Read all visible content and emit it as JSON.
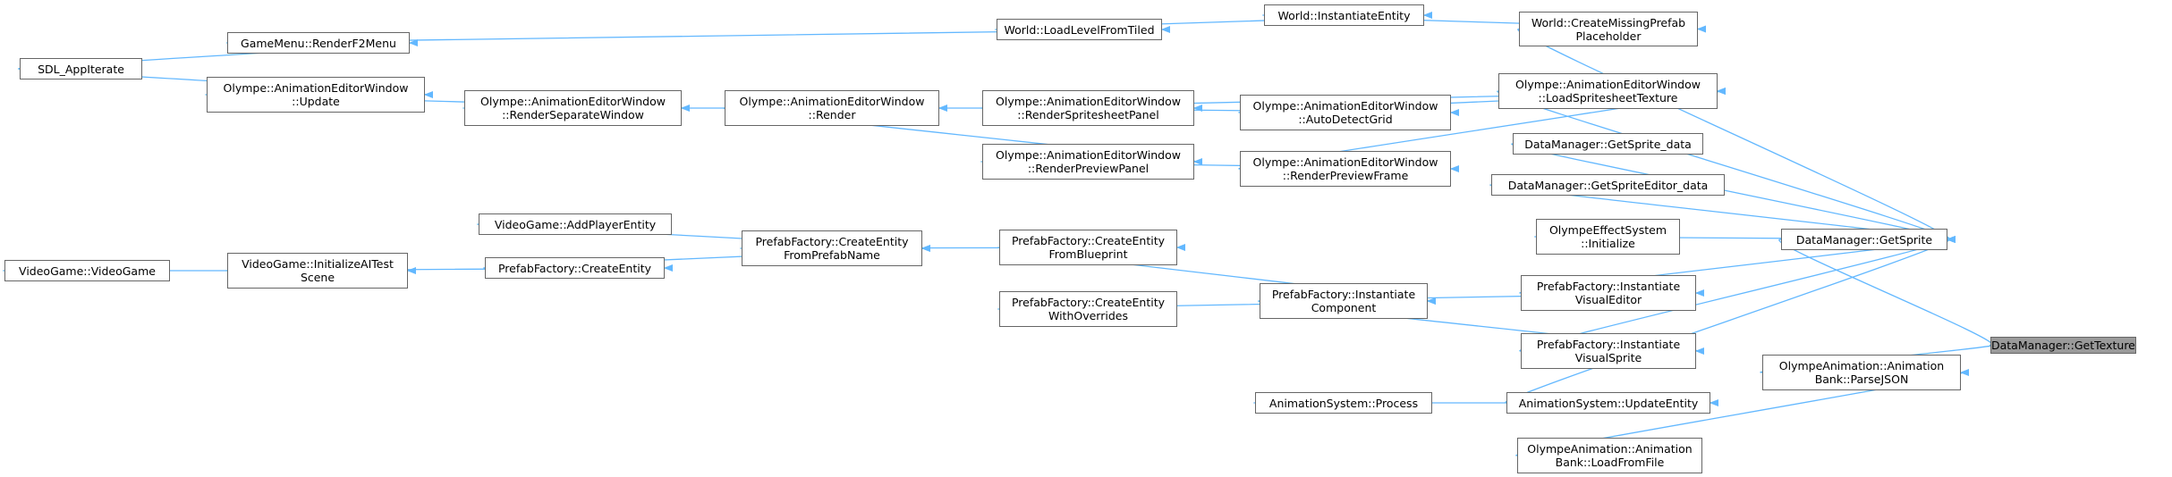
{
  "colors": {
    "edge": "#63b8ff",
    "node_border": "#666666",
    "root_fill": "#9a9a9a"
  },
  "nodes": [
    {
      "id": "get_texture",
      "lines": [
        "DataManager::GetTexture"
      ]
    },
    {
      "id": "get_sprite",
      "lines": [
        "DataManager::GetSprite"
      ]
    },
    {
      "id": "parse_json",
      "lines": [
        "OlympeAnimation::Animation",
        "Bank::ParseJSON"
      ]
    },
    {
      "id": "load_from_file",
      "lines": [
        "OlympeAnimation::Animation",
        "Bank::LoadFromFile"
      ]
    },
    {
      "id": "create_missing_prefab",
      "lines": [
        "World::CreateMissingPrefab",
        "Placeholder"
      ]
    },
    {
      "id": "load_spritesheet_texture",
      "lines": [
        "Olympe::AnimationEditorWindow",
        "::LoadSpritesheetTexture"
      ]
    },
    {
      "id": "get_sprite_data",
      "lines": [
        "DataManager::GetSprite_data"
      ]
    },
    {
      "id": "get_sprite_editor_data",
      "lines": [
        "DataManager::GetSpriteEditor_data"
      ]
    },
    {
      "id": "effect_system_init",
      "lines": [
        "OlympeEffectSystem",
        "::Initialize"
      ]
    },
    {
      "id": "instantiate_visual_editor",
      "lines": [
        "PrefabFactory::Instantiate",
        "VisualEditor"
      ]
    },
    {
      "id": "instantiate_visual_sprite",
      "lines": [
        "PrefabFactory::Instantiate",
        "VisualSprite"
      ]
    },
    {
      "id": "update_entity",
      "lines": [
        "AnimationSystem::UpdateEntity"
      ]
    },
    {
      "id": "anim_process",
      "lines": [
        "AnimationSystem::Process"
      ]
    },
    {
      "id": "instantiate_entity",
      "lines": [
        "World::InstantiateEntity"
      ]
    },
    {
      "id": "load_level_from_tiled",
      "lines": [
        "World::LoadLevelFromTiled"
      ]
    },
    {
      "id": "render_f2_menu",
      "lines": [
        "GameMenu::RenderF2Menu"
      ]
    },
    {
      "id": "sdl_app_iterate",
      "lines": [
        "SDL_AppIterate"
      ]
    },
    {
      "id": "auto_detect_grid",
      "lines": [
        "Olympe::AnimationEditorWindow",
        "::AutoDetectGrid"
      ]
    },
    {
      "id": "render_spritesheet_panel",
      "lines": [
        "Olympe::AnimationEditorWindow",
        "::RenderSpritesheetPanel"
      ]
    },
    {
      "id": "render_preview_frame",
      "lines": [
        "Olympe::AnimationEditorWindow",
        "::RenderPreviewFrame"
      ]
    },
    {
      "id": "render_preview_panel",
      "lines": [
        "Olympe::AnimationEditorWindow",
        "::RenderPreviewPanel"
      ]
    },
    {
      "id": "editor_render",
      "lines": [
        "Olympe::AnimationEditorWindow",
        "::Render"
      ]
    },
    {
      "id": "render_separate_window",
      "lines": [
        "Olympe::AnimationEditorWindow",
        "::RenderSeparateWindow"
      ]
    },
    {
      "id": "editor_update",
      "lines": [
        "Olympe::AnimationEditorWindow",
        "::Update"
      ]
    },
    {
      "id": "instantiate_component",
      "lines": [
        "PrefabFactory::Instantiate",
        "Component"
      ]
    },
    {
      "id": "create_entity_from_blueprint",
      "lines": [
        "PrefabFactory::CreateEntity",
        "FromBlueprint"
      ]
    },
    {
      "id": "create_entity_with_overrides",
      "lines": [
        "PrefabFactory::CreateEntity",
        "WithOverrides"
      ]
    },
    {
      "id": "create_entity_from_prefab_name",
      "lines": [
        "PrefabFactory::CreateEntity",
        "FromPrefabName"
      ]
    },
    {
      "id": "add_player_entity",
      "lines": [
        "VideoGame::AddPlayerEntity"
      ]
    },
    {
      "id": "create_entity",
      "lines": [
        "PrefabFactory::CreateEntity"
      ]
    },
    {
      "id": "init_ai_test_scene",
      "lines": [
        "VideoGame::InitializeAITest",
        "Scene"
      ]
    },
    {
      "id": "video_game_ctor",
      "lines": [
        "VideoGame::VideoGame"
      ]
    }
  ],
  "edges": [
    {
      "from": "get_sprite",
      "to": "get_texture"
    },
    {
      "from": "parse_json",
      "to": "get_texture"
    },
    {
      "from": "load_from_file",
      "to": "parse_json"
    },
    {
      "from": "create_missing_prefab",
      "to": "get_sprite"
    },
    {
      "from": "load_spritesheet_texture",
      "to": "get_sprite"
    },
    {
      "from": "get_sprite_data",
      "to": "get_sprite"
    },
    {
      "from": "get_sprite_editor_data",
      "to": "get_sprite"
    },
    {
      "from": "effect_system_init",
      "to": "get_sprite"
    },
    {
      "from": "instantiate_visual_editor",
      "to": "get_sprite"
    },
    {
      "from": "instantiate_visual_sprite",
      "to": "get_sprite"
    },
    {
      "from": "update_entity",
      "to": "get_sprite"
    },
    {
      "from": "anim_process",
      "to": "update_entity"
    },
    {
      "from": "instantiate_entity",
      "to": "create_missing_prefab"
    },
    {
      "from": "load_level_from_tiled",
      "to": "instantiate_entity"
    },
    {
      "from": "render_f2_menu",
      "to": "load_level_from_tiled"
    },
    {
      "from": "sdl_app_iterate",
      "to": "render_f2_menu"
    },
    {
      "from": "sdl_app_iterate",
      "to": "editor_update"
    },
    {
      "from": "editor_update",
      "to": "render_separate_window"
    },
    {
      "from": "render_separate_window",
      "to": "editor_render"
    },
    {
      "from": "editor_render",
      "to": "render_spritesheet_panel"
    },
    {
      "from": "editor_render",
      "to": "render_preview_panel"
    },
    {
      "from": "render_spritesheet_panel",
      "to": "load_spritesheet_texture"
    },
    {
      "from": "render_spritesheet_panel",
      "to": "auto_detect_grid"
    },
    {
      "from": "auto_detect_grid",
      "to": "load_spritesheet_texture"
    },
    {
      "from": "render_preview_panel",
      "to": "render_preview_frame"
    },
    {
      "from": "render_preview_frame",
      "to": "load_spritesheet_texture"
    },
    {
      "from": "instantiate_component",
      "to": "instantiate_visual_editor"
    },
    {
      "from": "instantiate_component",
      "to": "instantiate_visual_sprite"
    },
    {
      "from": "create_entity_from_blueprint",
      "to": "instantiate_component"
    },
    {
      "from": "create_entity_with_overrides",
      "to": "instantiate_component"
    },
    {
      "from": "create_entity_from_prefab_name",
      "to": "create_entity_from_blueprint"
    },
    {
      "from": "add_player_entity",
      "to": "create_entity_from_prefab_name"
    },
    {
      "from": "create_entity",
      "to": "create_entity_from_prefab_name"
    },
    {
      "from": "init_ai_test_scene",
      "to": "create_entity"
    },
    {
      "from": "video_game_ctor",
      "to": "init_ai_test_scene"
    }
  ]
}
